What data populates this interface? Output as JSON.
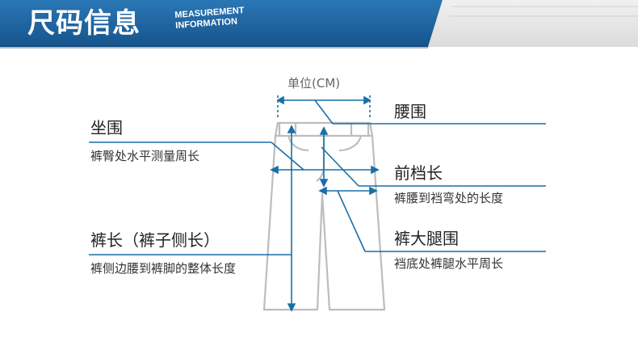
{
  "header": {
    "title": "尺码信息",
    "subtitle_line1": "MEASUREMENT",
    "subtitle_line2": "INFORMATION"
  },
  "diagram": {
    "unit": "单位(CM)",
    "measures": [
      {
        "id": "hip",
        "label": "坐围",
        "desc": "裤臀处水平测量周长"
      },
      {
        "id": "waist",
        "label": "腰围",
        "desc": ""
      },
      {
        "id": "front_rise",
        "label": "前档长",
        "desc": "裤腰到裆弯处的长度"
      },
      {
        "id": "thigh",
        "label": "裤大腿围",
        "desc": "裆底处裤腿水平周长"
      },
      {
        "id": "length",
        "label": "裤长（裤子侧长）",
        "desc": "裤侧边腰到裤脚的整体长度"
      }
    ]
  },
  "colors": {
    "brand_blue": "#1e5f99",
    "line_blue": "#1a6fa8",
    "pants_grey": "#bfbfbf",
    "right_panel_grey": "#e6e6e6"
  }
}
